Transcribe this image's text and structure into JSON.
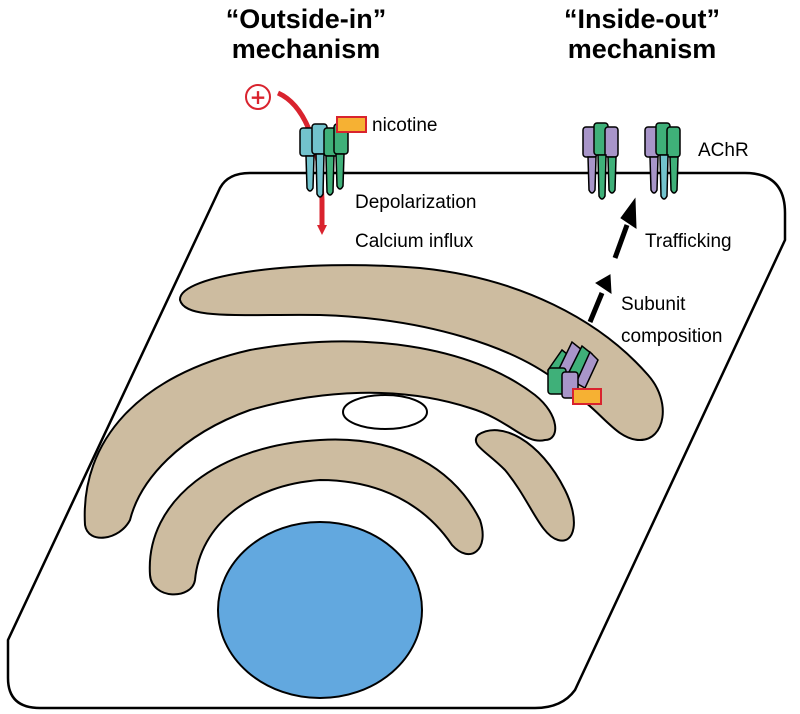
{
  "colors": {
    "cell_outline": "#000000",
    "er_fill": "#cdbca0",
    "nucleus_fill": "#62a8df",
    "arrow_red": "#d9232e",
    "arrow_black": "#000000",
    "subunit_cyan": "#72c3cd",
    "subunit_green": "#3fb079",
    "subunit_purple": "#a895c9",
    "nicotine_fill": "#f6b133",
    "nicotine_border": "#d9232e"
  },
  "headings": {
    "left_line1": "“Outside-in”",
    "left_line2": "mechanism",
    "right_line1": "“Inside-out”",
    "right_line2": "mechanism"
  },
  "labels": {
    "nicotine": "nicotine",
    "achr": "AChR",
    "depolarization": "Depolarization",
    "calcium": "Calcium influx",
    "trafficking": "Trafficking",
    "subunit_line1": "Subunit",
    "subunit_line2": "composition",
    "plus_symbol": "+"
  }
}
